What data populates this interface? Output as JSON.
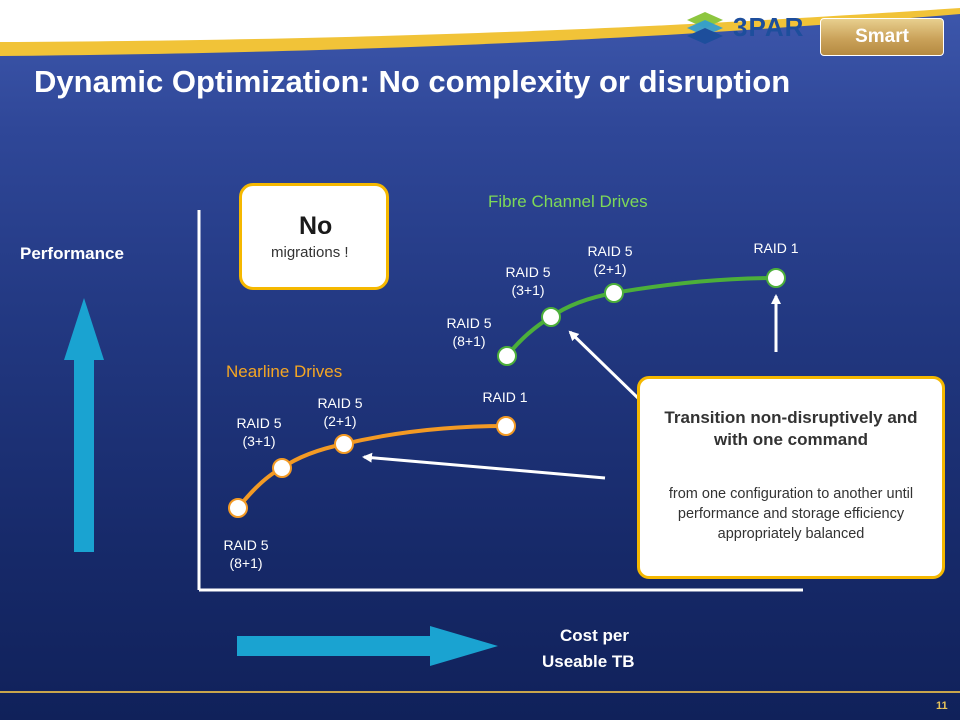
{
  "header": {
    "logo_text": "3PAR",
    "badge": "Smart"
  },
  "title": "Dynamic Optimization: No complexity or disruption",
  "axes": {
    "y_label": "Performance",
    "x_label_line1": "Cost per",
    "x_label_line2": "Useable TB"
  },
  "nearline": {
    "label": "Nearline Drives",
    "color": "#f39a24",
    "label_color": "#f5a623",
    "points": [
      {
        "line1": "RAID 5",
        "line2": "(8+1)"
      },
      {
        "line1": "RAID 5",
        "line2": "(3+1)"
      },
      {
        "line1": "RAID 5",
        "line2": "(2+1)"
      },
      {
        "line1": "RAID 1",
        "line2": ""
      }
    ]
  },
  "fibre": {
    "label": "Fibre Channel Drives",
    "color": "#4caf3a",
    "label_color": "#7ed957",
    "points": [
      {
        "line1": "RAID 5",
        "line2": "(8+1)"
      },
      {
        "line1": "RAID 5",
        "line2": "(3+1)"
      },
      {
        "line1": "RAID 5",
        "line2": "(2+1)"
      },
      {
        "line1": "RAID 1",
        "line2": ""
      }
    ]
  },
  "callouts": {
    "no_migrations_big": "No",
    "no_migrations_small": "migrations !",
    "transition_head": "Transition non-disruptively and with one command",
    "transition_body": "from one configuration to another until performance and storage efficiency appropriately balanced"
  },
  "colors": {
    "arrow": "#1aa3d1",
    "callout_border": "#f5b800",
    "footer": "#c9a54c"
  },
  "page_number": "11"
}
